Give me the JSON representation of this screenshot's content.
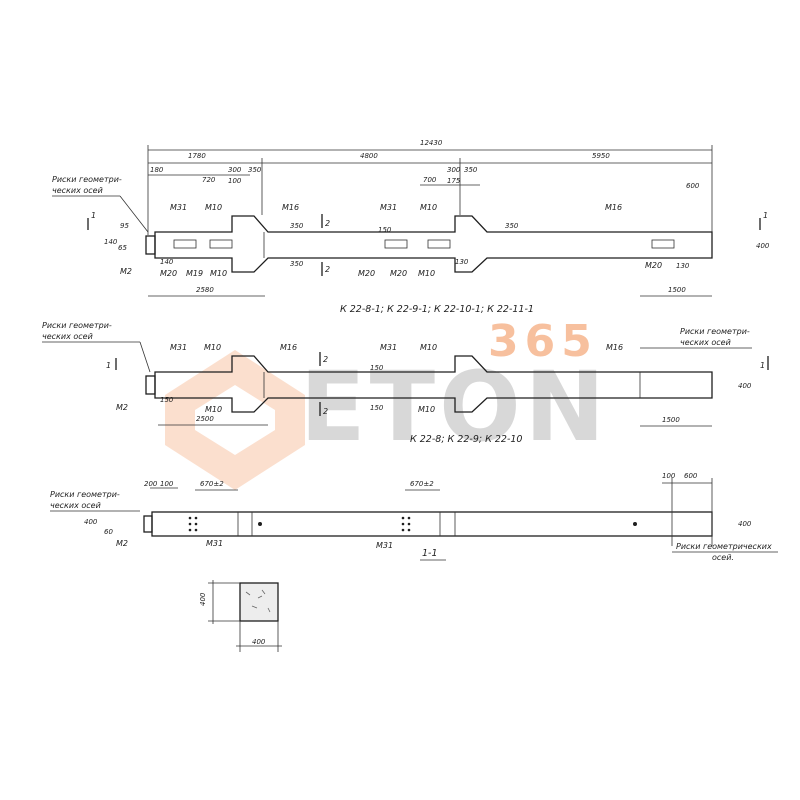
{
  "colors": {
    "ink": "#1e1e1e",
    "watermark_orange": "#f28d4f",
    "watermark_gray": "#9a9a9a"
  },
  "watermark": {
    "letters": "ETON",
    "number": "365"
  },
  "view1": {
    "dims_top": [
      "12430",
      "1780",
      "4800",
      "5950",
      "180",
      "720",
      "300",
      "350",
      "100",
      "700",
      "300",
      "350",
      "175",
      "600"
    ],
    "dims_bottom": [
      "2580",
      "1500"
    ],
    "dims_left": [
      "95",
      "65",
      "140",
      "140"
    ],
    "dims_right": [
      "400"
    ],
    "side_vertical": [
      "350",
      "350",
      "150",
      "130",
      "350",
      "130"
    ],
    "marks_top": [
      "M31",
      "M10",
      "M16",
      "M31",
      "M10",
      "M16"
    ],
    "marks_bottom": [
      "M2",
      "M20",
      "M19",
      "M10",
      "M20",
      "M20",
      "M10",
      "M20"
    ],
    "axes_label_line1": "Риски геометри-",
    "axes_label_line2": "ческих осей",
    "section1": "1",
    "section2": "2",
    "caption": "К 22-8-1; К 22-9-1; К 22-10-1; К 22-11-1"
  },
  "view2": {
    "axes_left_line1": "Риски геометри-",
    "axes_left_line2": "ческих осей",
    "axes_right_line1": "Риски геометри-",
    "axes_right_line2": "ческих осей",
    "marks_top": [
      "M31",
      "M10",
      "M16",
      "M31",
      "M10",
      "M16"
    ],
    "marks_bottom": [
      "M2",
      "M10",
      "M10"
    ],
    "dims": [
      "2500",
      "1500",
      "400",
      "150",
      "150",
      "150"
    ],
    "section1": "1",
    "section2": "2",
    "caption": "К 22-8; К 22-9; К 22-10"
  },
  "view3": {
    "axes_left_line1": "Риски геометри-",
    "axes_left_line2": "ческих осей",
    "axes_right_line1": "Риски геометрических",
    "axes_right_line2": "осей.",
    "dims": [
      "200",
      "100",
      "670±2",
      "670±2",
      "100",
      "600",
      "400",
      "60"
    ],
    "marks": [
      "M2",
      "M31",
      "M31"
    ],
    "section_caption": "1-1"
  },
  "section": {
    "width": "400",
    "height": "400"
  }
}
